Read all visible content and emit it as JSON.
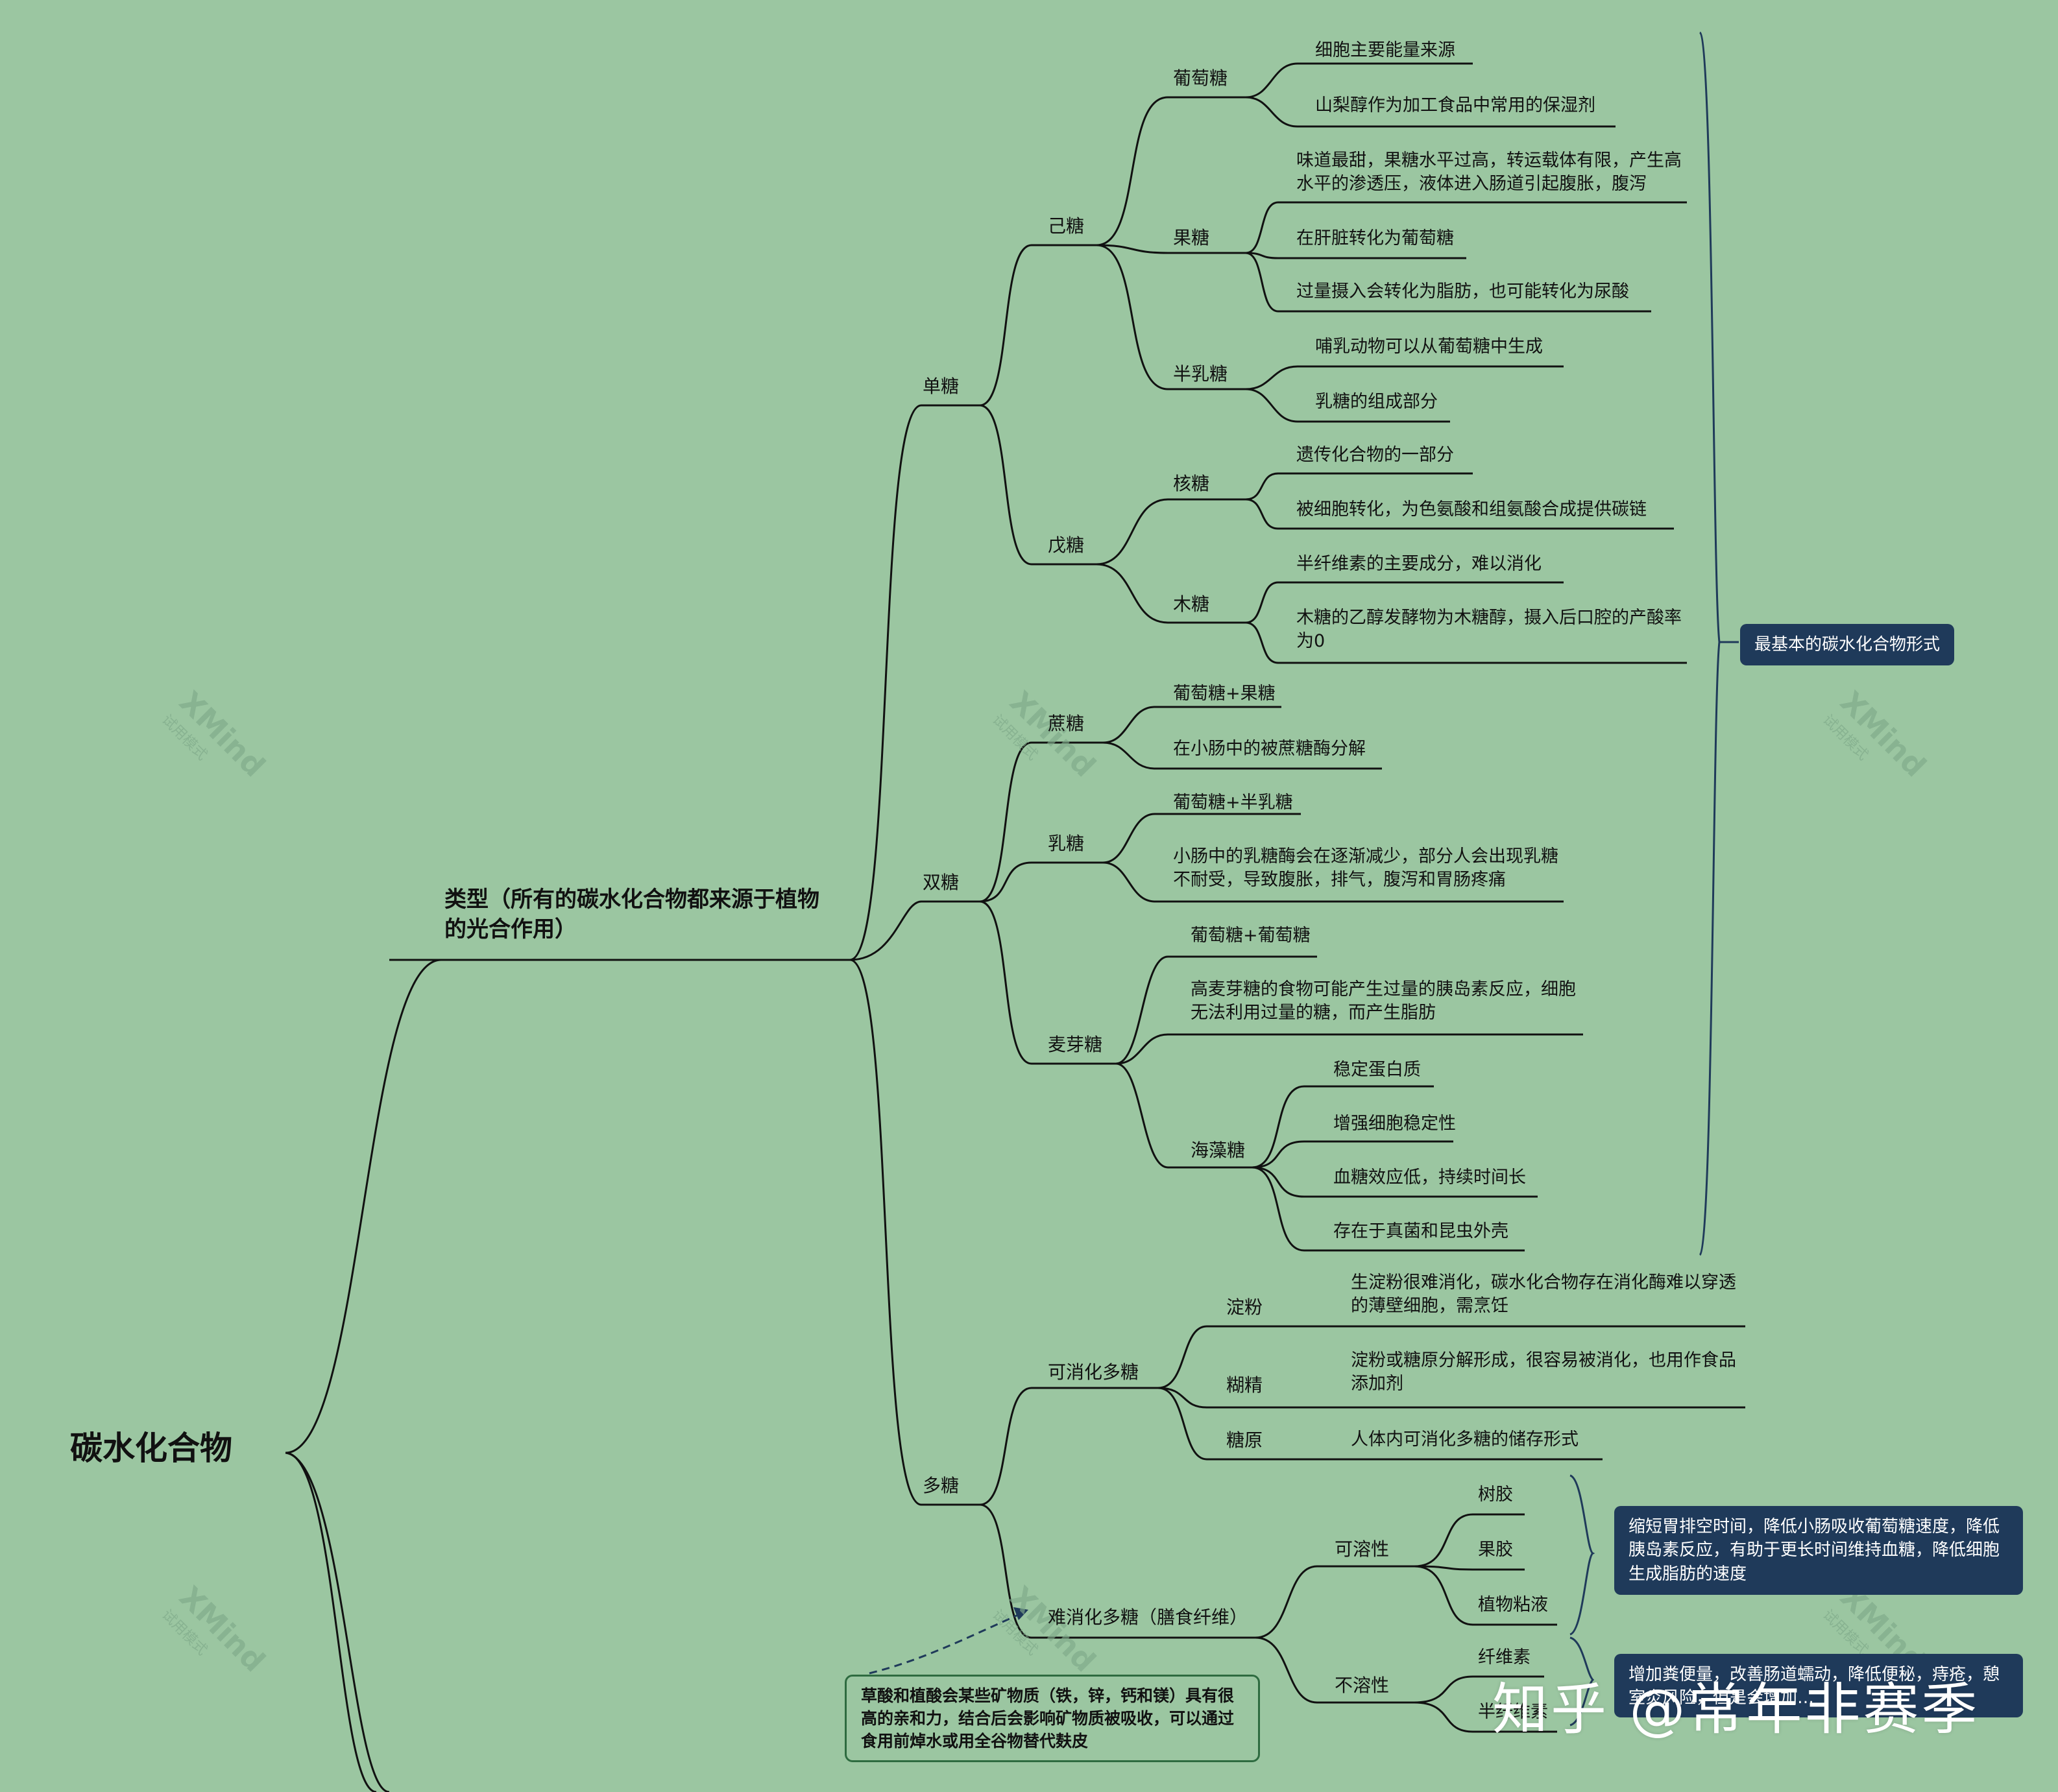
{
  "root": "碳水化合物",
  "types_branch": {
    "label": "类型（所有的碳水化合物都来源于植物的光合作用）",
    "mono": {
      "label": "单糖",
      "hexose": {
        "label": "己糖",
        "glucose": {
          "label": "葡萄糖",
          "items": [
            "细胞主要能量来源",
            "山梨醇作为加工食品中常用的保湿剂"
          ]
        },
        "fructose": {
          "label": "果糖",
          "items": [
            "味道最甜，果糖水平过高，转运载体有限，产生高水平的渗透压，液体进入肠道引起腹胀，腹泻",
            "在肝脏转化为葡萄糖",
            "过量摄入会转化为脂肪，也可能转化为尿酸"
          ]
        },
        "galactose": {
          "label": "半乳糖",
          "items": [
            "哺乳动物可以从葡萄糖中生成",
            "乳糖的组成部分"
          ]
        }
      },
      "pentose": {
        "label": "戊糖",
        "ribose": {
          "label": "核糖",
          "items": [
            "遗传化合物的一部分",
            "被细胞转化，为色氨酸和组氨酸合成提供碳链"
          ]
        },
        "xylose": {
          "label": "木糖",
          "items": [
            "半纤维素的主要成分，难以消化",
            "木糖的乙醇发酵物为木糖醇，摄入后口腔的产酸率为0"
          ]
        }
      }
    },
    "di": {
      "label": "双糖",
      "sucrose": {
        "label": "蔗糖",
        "items": [
          "葡萄糖+果糖",
          "在小肠中的被蔗糖酶分解"
        ]
      },
      "lactose": {
        "label": "乳糖",
        "items": [
          "葡萄糖+半乳糖",
          "小肠中的乳糖酶会在逐渐减少，部分人会出现乳糖不耐受，导致腹胀，排气，腹泻和胃肠疼痛"
        ]
      },
      "maltose": {
        "label": "麦芽糖",
        "items": [
          "葡萄糖+葡萄糖",
          "高麦芽糖的食物可能产生过量的胰岛素反应，细胞无法利用过量的糖，而产生脂肪"
        ],
        "trehalose": {
          "label": "海藻糖",
          "items": [
            "稳定蛋白质",
            "增强细胞稳定性",
            "血糖效应低，持续时间长",
            "存在于真菌和昆虫外壳"
          ]
        }
      }
    },
    "poly": {
      "label": "多糖",
      "digestible": {
        "label": "可消化多糖",
        "starch": {
          "label": "淀粉",
          "text": "生淀粉很难消化，碳水化合物存在消化酶难以穿透的薄壁细胞，需烹饪"
        },
        "dextrin": {
          "label": "糊精",
          "text": "淀粉或糖原分解形成，很容易被消化，也用作食品添加剂"
        },
        "glycogen": {
          "label": "糖原",
          "text": "人体内可消化多糖的储存形式"
        }
      },
      "indigestible": {
        "label": "难消化多糖（膳食纤维）",
        "soluble": {
          "label": "可溶性",
          "items": [
            "树胶",
            "果胶",
            "植物粘液"
          ]
        },
        "insoluble": {
          "label": "不溶性",
          "items": [
            "纤维素",
            "半纤维素"
          ]
        }
      }
    }
  },
  "summary_callouts": {
    "basic": "最基本的碳水化合物形式",
    "soluble": "缩短胃排空时间，降低小肠吸收葡萄糖速度，降低胰岛素反应，有助于更长时间维持血糖，降低细胞生成脂肪的速度",
    "insoluble": "增加粪便量，改善肠道蠕动，降低便秘，痔疮，憩室炎风险，但是会增加…"
  },
  "note": "草酸和植酸会某些矿物质（铁，锌，钙和镁）具有很高的亲和力，结合后会影响矿物质被吸收，可以通过食用前焯水或用全谷物替代麸皮",
  "watermark": {
    "brand": "XMind",
    "sub": "试用模式"
  },
  "zhihu_watermark": "知乎 @常年非赛季",
  "colors": {
    "background": "#9bc6a1",
    "callout": "#1f3a5a",
    "line": "#111111",
    "bracket": "#1f3a5a"
  }
}
